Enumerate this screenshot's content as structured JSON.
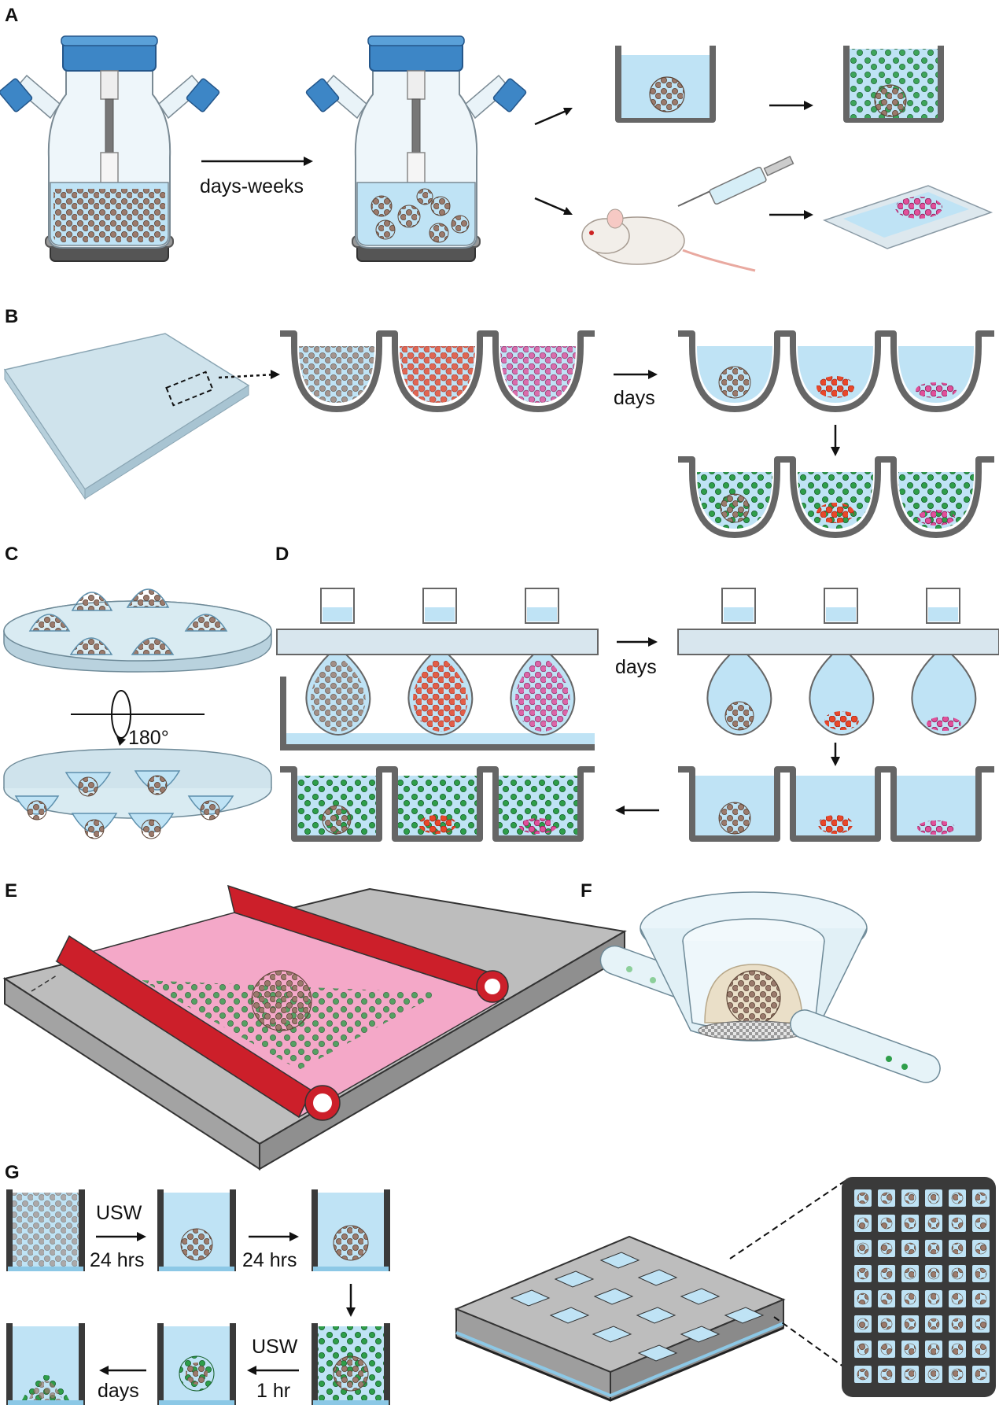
{
  "panels": {
    "a": {
      "label": "A",
      "caption": "days-weeks"
    },
    "b": {
      "label": "B",
      "caption": "days"
    },
    "c": {
      "label": "C",
      "rotation": "180°"
    },
    "d": {
      "label": "D",
      "caption": "days"
    },
    "e": {
      "label": "E"
    },
    "f": {
      "label": "F"
    },
    "g": {
      "label": "G",
      "step1_top": "USW",
      "step1_bottom": "24 hrs",
      "step2": "24 hrs",
      "step3_top": "USW",
      "step3_bottom": "1 hr",
      "step4": "days"
    }
  },
  "colors": {
    "media_blue": "#bfe3f5",
    "vessel_line": "#666666",
    "cap_blue": "#3d86c6",
    "spheroid_brown": "#9a7a6c",
    "red_cells": "#e8472a",
    "pink_cells": "#e0509a",
    "immune_green": "#2e9e4a",
    "gel_pink": "#f4a8c8",
    "channel_red": "#cc1f2a",
    "chip_grey": "#bdbdbd",
    "array_dark": "#3a3a3a"
  }
}
